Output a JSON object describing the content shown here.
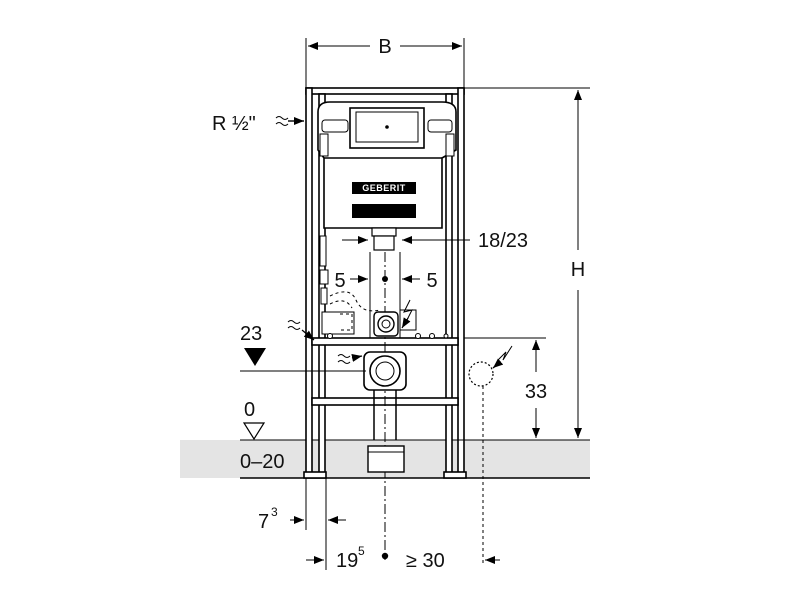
{
  "diagram": {
    "dimensions": {
      "width_label": "B",
      "height_label": "H",
      "water_connection": "R ½\"",
      "flush_pipe": "18/23",
      "offset_left": "5",
      "offset_right": "5",
      "drain_height": "23",
      "floor_zero": "0",
      "floor_range": "0–20",
      "electrical_height": "33",
      "frame_offset": "7",
      "frame_offset_sup": "3",
      "drain_distance": "19",
      "drain_distance_sup": "5",
      "min_distance": "≥ 30"
    },
    "brand_label": "GEBERIT"
  }
}
